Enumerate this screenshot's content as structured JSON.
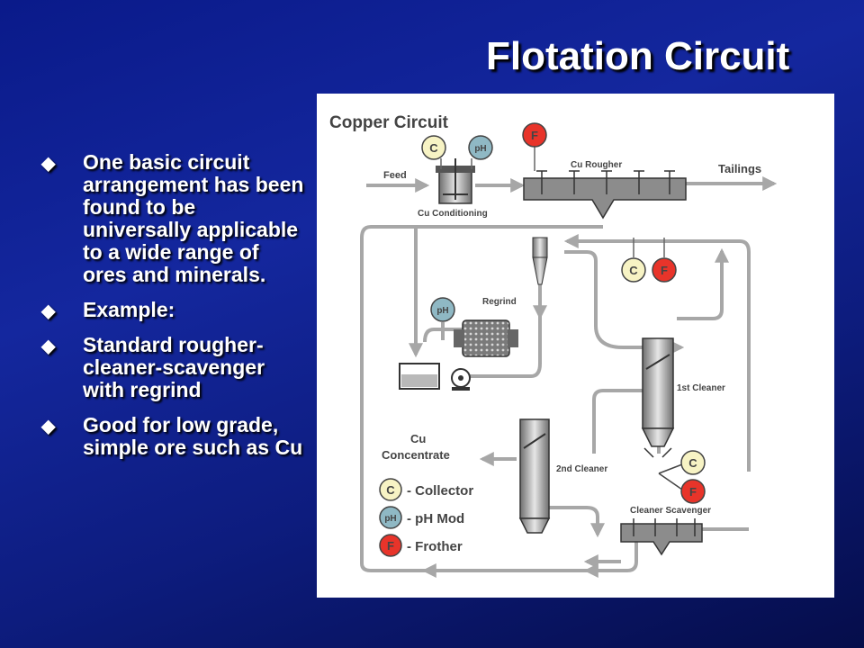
{
  "slide": {
    "title": "Flotation Circuit"
  },
  "bullets": [
    "One basic circuit arrangement has been found to be universally applicable to a wide range of ores and minerals.",
    "Example:",
    "Standard rougher-cleaner-scavenger with regrind",
    "Good for low grade, simple ore such as Cu"
  ],
  "diagram": {
    "title": "Copper Circuit",
    "labels": {
      "feed": "Feed",
      "cu_conditioning": "Cu Conditioning",
      "cu_rougher": "Cu Rougher",
      "tailings": "Tailings",
      "regrind": "Regrind",
      "first_cleaner": "1st Cleaner",
      "second_cleaner": "2nd Cleaner",
      "cleaner_scavenger": "Cleaner Scavenger",
      "cu_concentrate_1": "Cu",
      "cu_concentrate_2": "Concentrate"
    },
    "reagents": {
      "collector": "C",
      "ph": "pH",
      "frother": "F"
    },
    "legend": [
      {
        "symbol": "C",
        "label": "- Collector"
      },
      {
        "symbol": "pH",
        "label": "- pH Mod"
      },
      {
        "symbol": "F",
        "label": "- Frother"
      }
    ],
    "colors": {
      "collector": "#f7f3c4",
      "ph": "#8fb8c4",
      "frother": "#e8342a",
      "pipe": "#a7a7a7"
    }
  }
}
